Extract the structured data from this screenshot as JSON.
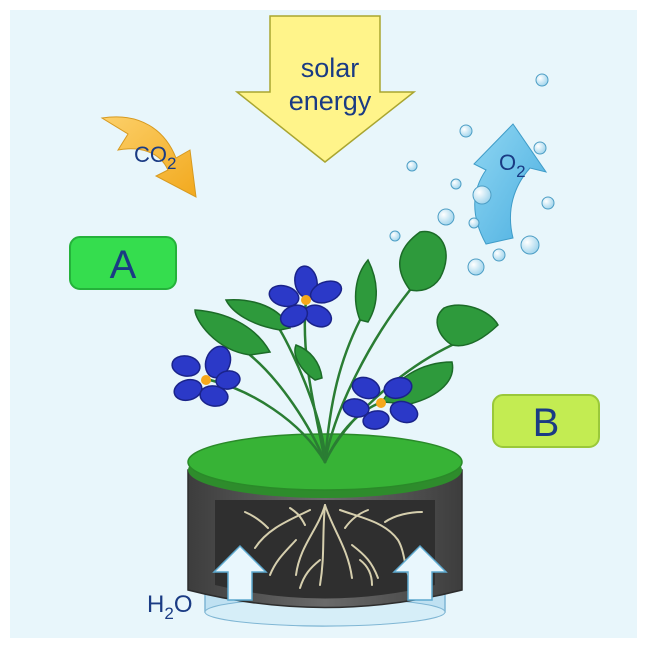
{
  "diagram": {
    "solar_label_line1": "solar",
    "solar_label_line2": "energy",
    "co2_main": "CO",
    "co2_sub": "2",
    "o2_main": "O",
    "o2_sub": "2",
    "h2o_h": "H",
    "h2o_sub": "2",
    "h2o_o": "O",
    "label_a": "A",
    "label_b": "B"
  },
  "colors": {
    "background": "#e8f6fb",
    "sun_arrow": "#fff48a",
    "co2_arrow": "#f6b93b",
    "o2_arrow": "#6cc4ea",
    "box_a": "#35dd4e",
    "box_b": "#c3ec52",
    "leaf": "#2e9a3c",
    "flower": "#2b39c8",
    "pot_top": "#34a632",
    "pot_body": "#5b5b5b",
    "water": "#bfe1f2",
    "text_blue": "#1a3b84"
  }
}
